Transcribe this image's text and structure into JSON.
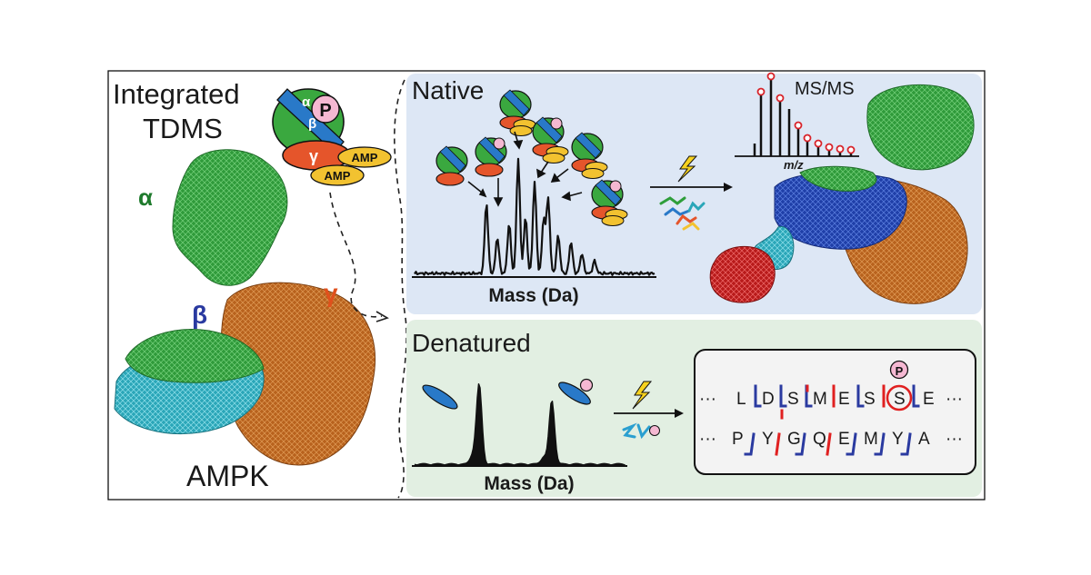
{
  "left_panel": {
    "title_line1": "Integrated",
    "title_line2": "TDMS",
    "complex_name": "AMPK",
    "subunits": {
      "alpha": "α",
      "beta": "β",
      "gamma": "γ"
    },
    "cartoon": {
      "alpha": "α",
      "beta": "β",
      "gamma": "γ",
      "phospho": "P",
      "ligand": "AMP"
    }
  },
  "native_panel": {
    "title": "Native",
    "xlabel": "Mass (Da)",
    "msms_label": "MS/MS",
    "mz_label": "m/z"
  },
  "denatured_panel": {
    "title": "Denatured",
    "xlabel": "Mass (Da)",
    "phospho": "P",
    "ellipsis": "···",
    "sequence_row1": [
      "L",
      "D",
      "S",
      "M",
      "E",
      "S",
      "S",
      "E"
    ],
    "sequence_row2": [
      "P",
      "Y",
      "G",
      "Q",
      "E",
      "M",
      "Y",
      "A"
    ]
  },
  "colors": {
    "alpha": "#2e9e3a",
    "beta": "#2979c8",
    "gamma": "#e5552b",
    "amp": "#f2c230",
    "phospho": "#f5b8d2",
    "native_bg": "#dde7f5",
    "denatured_bg": "#e2efe2",
    "c_ion": "#e02020",
    "z_ion": "#2a3aa0"
  }
}
